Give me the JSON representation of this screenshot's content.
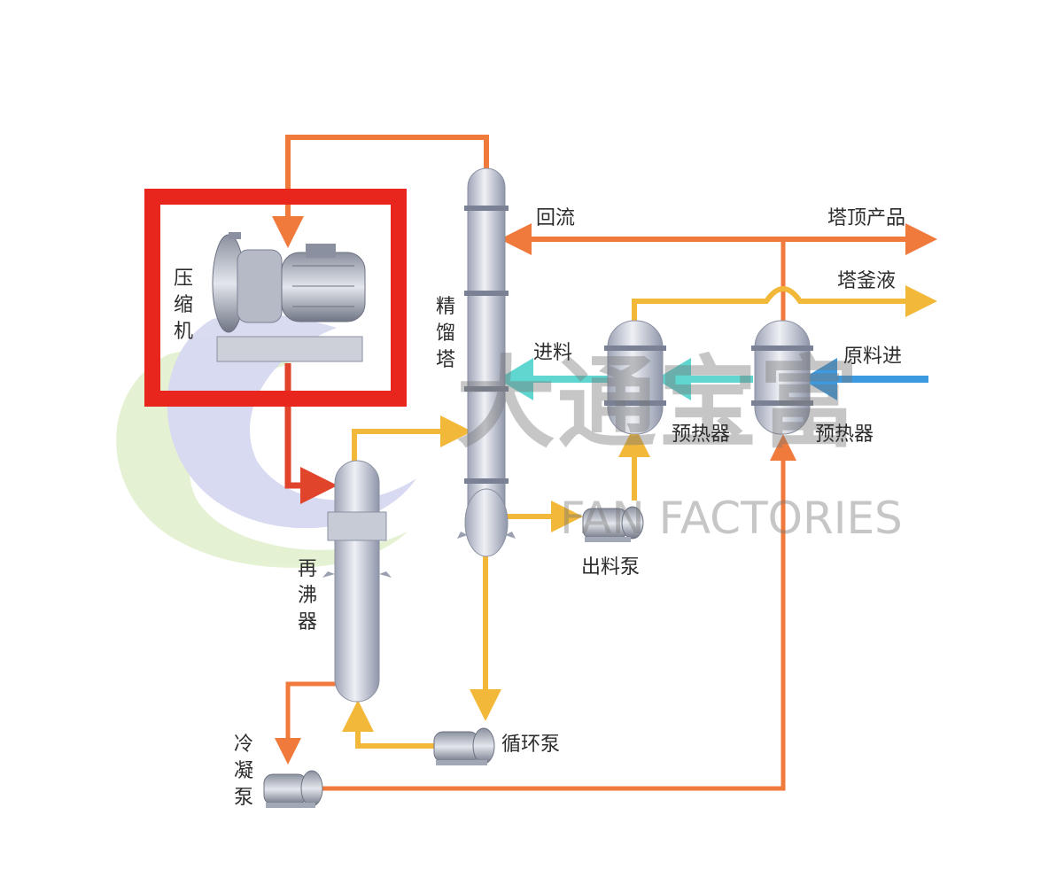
{
  "labels": {
    "compressor": "压缩机",
    "column": "精馏塔",
    "reflux": "回流",
    "top_product": "塔顶产品",
    "bottoms": "塔釜液",
    "feed": "进料",
    "raw_feed": "原料进",
    "preheater_1": "预热器",
    "preheater_2": "预热器",
    "discharge_pump": "出料泵",
    "reboiler": "再沸器",
    "circulation_pump": "循环泵",
    "condensate_pump": "冷凝泵"
  },
  "watermark": {
    "cn": "大通宝富",
    "en": "FAN FACTORIES"
  },
  "colors": {
    "vapor_line": "#f07a3c",
    "liquid_line": "#f2b83a",
    "feed_line": "#5fd6cf",
    "raw_feed_line": "#3c9ae0",
    "highlight_box": "#e8261e",
    "vessel": "#d4d7e0"
  }
}
